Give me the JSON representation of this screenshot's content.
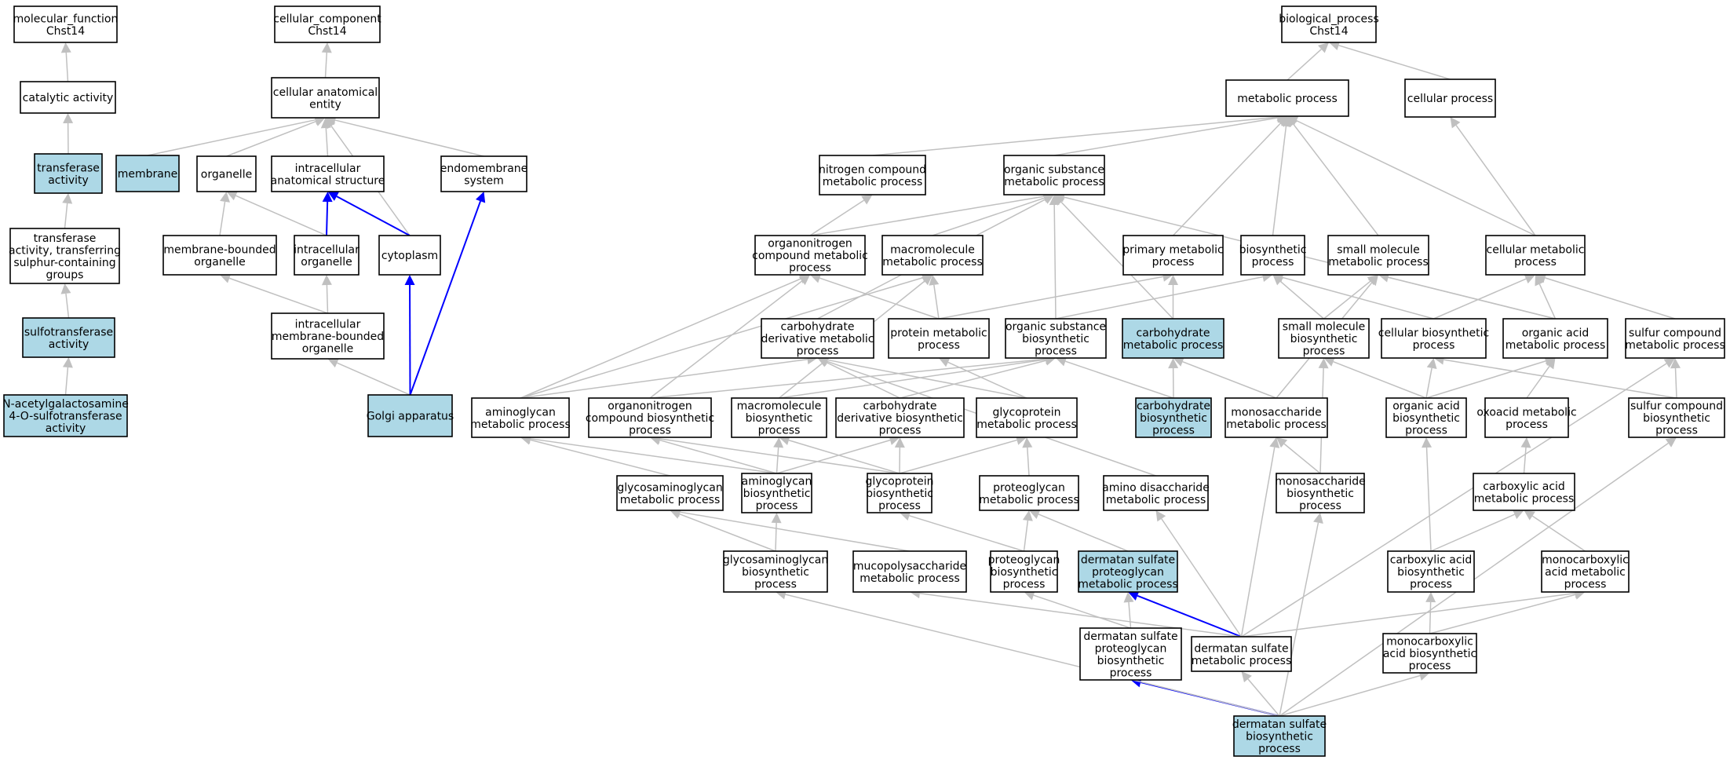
{
  "colors": {
    "highlight": "#add8e6",
    "edge": "#c0c0c0",
    "path_edge": "#0000ff",
    "border": "#000000"
  },
  "nodes": [
    {
      "id": "mf",
      "lines": [
        "molecular_function",
        "Chst14"
      ]
    },
    {
      "id": "cat",
      "lines": [
        "catalytic activity"
      ]
    },
    {
      "id": "transf",
      "lines": [
        "transferase",
        "activity"
      ],
      "hl": true
    },
    {
      "id": "transf_s",
      "lines": [
        "transferase",
        "activity, transferring",
        "sulphur-containing",
        "groups"
      ]
    },
    {
      "id": "sulfo",
      "lines": [
        "sulfotransferase",
        "activity"
      ],
      "hl": true
    },
    {
      "id": "nacetyl",
      "lines": [
        "N-acetylgalactosamine",
        "4-O-sulfotransferase",
        "activity"
      ],
      "hl": true
    },
    {
      "id": "cc",
      "lines": [
        "cellular_component",
        "Chst14"
      ]
    },
    {
      "id": "cae",
      "lines": [
        "cellular anatomical",
        "entity"
      ]
    },
    {
      "id": "membrane",
      "lines": [
        "membrane"
      ],
      "hl": true
    },
    {
      "id": "organelle",
      "lines": [
        "organelle"
      ]
    },
    {
      "id": "ias",
      "lines": [
        "intracellular",
        "anatomical structure"
      ]
    },
    {
      "id": "endo",
      "lines": [
        "endomembrane",
        "system"
      ]
    },
    {
      "id": "mbo",
      "lines": [
        "membrane-bounded",
        "organelle"
      ]
    },
    {
      "id": "io",
      "lines": [
        "intracellular",
        "organelle"
      ]
    },
    {
      "id": "cyto",
      "lines": [
        "cytoplasm"
      ]
    },
    {
      "id": "imbo",
      "lines": [
        "intracellular",
        "membrane-bounded",
        "organelle"
      ]
    },
    {
      "id": "golgi",
      "lines": [
        "Golgi apparatus"
      ],
      "hl": true
    },
    {
      "id": "bp",
      "lines": [
        "biological_process",
        "Chst14"
      ]
    },
    {
      "id": "mp",
      "lines": [
        "metabolic process"
      ]
    },
    {
      "id": "cp",
      "lines": [
        "cellular process"
      ]
    },
    {
      "id": "ncmp",
      "lines": [
        "nitrogen compound",
        "metabolic process"
      ]
    },
    {
      "id": "osmp",
      "lines": [
        "organic substance",
        "metabolic process"
      ]
    },
    {
      "id": "oncmp",
      "lines": [
        "organonitrogen",
        "compound metabolic",
        "process"
      ]
    },
    {
      "id": "macmp",
      "lines": [
        "macromolecule",
        "metabolic process"
      ]
    },
    {
      "id": "pmp",
      "lines": [
        "primary metabolic",
        "process"
      ]
    },
    {
      "id": "bio",
      "lines": [
        "biosynthetic",
        "process"
      ]
    },
    {
      "id": "smmp",
      "lines": [
        "small molecule",
        "metabolic process"
      ]
    },
    {
      "id": "cellmp",
      "lines": [
        "cellular metabolic",
        "process"
      ]
    },
    {
      "id": "cdmp",
      "lines": [
        "carbohydrate",
        "derivative metabolic",
        "process"
      ]
    },
    {
      "id": "protmp",
      "lines": [
        "protein metabolic",
        "process"
      ]
    },
    {
      "id": "osbp",
      "lines": [
        "organic substance",
        "biosynthetic",
        "process"
      ]
    },
    {
      "id": "carbmp",
      "lines": [
        "carbohydrate",
        "metabolic process"
      ],
      "hl": true
    },
    {
      "id": "smbp",
      "lines": [
        "small molecule",
        "biosynthetic",
        "process"
      ]
    },
    {
      "id": "cbp",
      "lines": [
        "cellular biosynthetic",
        "process"
      ]
    },
    {
      "id": "oamp",
      "lines": [
        "organic acid",
        "metabolic process"
      ]
    },
    {
      "id": "scmp",
      "lines": [
        "sulfur compound",
        "metabolic process"
      ]
    },
    {
      "id": "amgmp",
      "lines": [
        "aminoglycan",
        "metabolic process"
      ]
    },
    {
      "id": "oncbp",
      "lines": [
        "organonitrogen",
        "compound biosynthetic",
        "process"
      ]
    },
    {
      "id": "macbp",
      "lines": [
        "macromolecule",
        "biosynthetic",
        "process"
      ]
    },
    {
      "id": "cdbp",
      "lines": [
        "carbohydrate",
        "derivative biosynthetic",
        "process"
      ]
    },
    {
      "id": "gpmp",
      "lines": [
        "glycoprotein",
        "metabolic process"
      ]
    },
    {
      "id": "carbbp",
      "lines": [
        "carbohydrate",
        "biosynthetic",
        "process"
      ],
      "hl": true
    },
    {
      "id": "msmp",
      "lines": [
        "monosaccharide",
        "metabolic process"
      ]
    },
    {
      "id": "oabp",
      "lines": [
        "organic acid",
        "biosynthetic",
        "process"
      ]
    },
    {
      "id": "oxmp",
      "lines": [
        "oxoacid metabolic",
        "process"
      ]
    },
    {
      "id": "scbp",
      "lines": [
        "sulfur compound",
        "biosynthetic",
        "process"
      ]
    },
    {
      "id": "gagmp",
      "lines": [
        "glycosaminoglycan",
        "metabolic process"
      ]
    },
    {
      "id": "amgbp",
      "lines": [
        "aminoglycan",
        "biosynthetic",
        "process"
      ]
    },
    {
      "id": "gpbp",
      "lines": [
        "glycoprotein",
        "biosynthetic",
        "process"
      ]
    },
    {
      "id": "pgmp",
      "lines": [
        "proteoglycan",
        "metabolic process"
      ]
    },
    {
      "id": "adsmp",
      "lines": [
        "amino disaccharide",
        "metabolic process"
      ]
    },
    {
      "id": "msbp",
      "lines": [
        "monosaccharide",
        "biosynthetic",
        "process"
      ]
    },
    {
      "id": "camp",
      "lines": [
        "carboxylic acid",
        "metabolic process"
      ]
    },
    {
      "id": "gagbp",
      "lines": [
        "glycosaminoglycan",
        "biosynthetic",
        "process"
      ]
    },
    {
      "id": "mpsmp",
      "lines": [
        "mucopolysaccharide",
        "metabolic process"
      ]
    },
    {
      "id": "pgbp",
      "lines": [
        "proteoglycan",
        "biosynthetic",
        "process"
      ]
    },
    {
      "id": "dspgmp",
      "lines": [
        "dermatan sulfate",
        "proteoglycan",
        "metabolic process"
      ],
      "hl": true
    },
    {
      "id": "cabp",
      "lines": [
        "carboxylic acid",
        "biosynthetic",
        "process"
      ]
    },
    {
      "id": "mcamp",
      "lines": [
        "monocarboxylic",
        "acid metabolic",
        "process"
      ]
    },
    {
      "id": "dspgbp",
      "lines": [
        "dermatan sulfate",
        "proteoglycan",
        "biosynthetic",
        "process"
      ]
    },
    {
      "id": "dsmp",
      "lines": [
        "dermatan sulfate",
        "metabolic process"
      ]
    },
    {
      "id": "mcabp",
      "lines": [
        "monocarboxylic",
        "acid biosynthetic",
        "process"
      ]
    },
    {
      "id": "dsbp",
      "lines": [
        "dermatan sulfate",
        "biosynthetic",
        "process"
      ],
      "hl": true
    }
  ],
  "edges": [
    [
      "cat",
      "mf"
    ],
    [
      "transf",
      "cat"
    ],
    [
      "transf_s",
      "transf"
    ],
    [
      "sulfo",
      "transf_s"
    ],
    [
      "nacetyl",
      "sulfo"
    ],
    [
      "cae",
      "cc"
    ],
    [
      "membrane",
      "cae"
    ],
    [
      "organelle",
      "cae"
    ],
    [
      "ias",
      "cae"
    ],
    [
      "endo",
      "cae"
    ],
    [
      "cyto",
      "cae"
    ],
    [
      "mbo",
      "organelle"
    ],
    [
      "io",
      "organelle"
    ],
    [
      "io",
      "ias",
      1
    ],
    [
      "cyto",
      "ias",
      1
    ],
    [
      "imbo",
      "mbo"
    ],
    [
      "imbo",
      "io"
    ],
    [
      "golgi",
      "imbo"
    ],
    [
      "golgi",
      "cyto",
      1
    ],
    [
      "golgi",
      "endo",
      1
    ],
    [
      "mp",
      "bp"
    ],
    [
      "cp",
      "bp"
    ],
    [
      "ncmp",
      "mp"
    ],
    [
      "osmp",
      "mp"
    ],
    [
      "pmp",
      "mp"
    ],
    [
      "bio",
      "mp"
    ],
    [
      "smmp",
      "mp"
    ],
    [
      "cellmp",
      "mp"
    ],
    [
      "cellmp",
      "cp"
    ],
    [
      "oncmp",
      "ncmp"
    ],
    [
      "oncmp",
      "osmp"
    ],
    [
      "macmp",
      "osmp"
    ],
    [
      "cdmp",
      "osmp"
    ],
    [
      "osbp",
      "osmp"
    ],
    [
      "carbmp",
      "osmp"
    ],
    [
      "oamp",
      "osmp"
    ],
    [
      "protmp",
      "pmp"
    ],
    [
      "protmp",
      "oncmp"
    ],
    [
      "protmp",
      "macmp"
    ],
    [
      "osbp",
      "bio"
    ],
    [
      "smbp",
      "bio"
    ],
    [
      "cbp",
      "bio"
    ],
    [
      "smbp",
      "smmp"
    ],
    [
      "oamp",
      "smmp"
    ],
    [
      "msmp",
      "smmp"
    ],
    [
      "cbp",
      "cellmp"
    ],
    [
      "oamp",
      "cellmp"
    ],
    [
      "scmp",
      "cellmp"
    ],
    [
      "carbmp",
      "pmp"
    ],
    [
      "amgmp",
      "oncmp"
    ],
    [
      "amgmp",
      "macmp"
    ],
    [
      "amgmp",
      "cdmp"
    ],
    [
      "oncbp",
      "oncmp"
    ],
    [
      "oncbp",
      "osbp"
    ],
    [
      "macbp",
      "macmp"
    ],
    [
      "macbp",
      "osbp"
    ],
    [
      "cdbp",
      "cdmp"
    ],
    [
      "cdbp",
      "osbp"
    ],
    [
      "gpmp",
      "cdmp"
    ],
    [
      "gpmp",
      "protmp"
    ],
    [
      "carbbp",
      "carbmp"
    ],
    [
      "carbbp",
      "osbp"
    ],
    [
      "msmp",
      "carbmp"
    ],
    [
      "adsmp",
      "cdmp"
    ],
    [
      "oabp",
      "oamp"
    ],
    [
      "oabp",
      "smbp"
    ],
    [
      "oabp",
      "cbp"
    ],
    [
      "oxmp",
      "oamp"
    ],
    [
      "scbp",
      "scmp"
    ],
    [
      "scbp",
      "cbp"
    ],
    [
      "gagmp",
      "amgmp"
    ],
    [
      "amgbp",
      "amgmp"
    ],
    [
      "amgbp",
      "oncbp"
    ],
    [
      "amgbp",
      "macbp"
    ],
    [
      "amgbp",
      "cdbp"
    ],
    [
      "gpbp",
      "oncbp"
    ],
    [
      "gpbp",
      "macbp"
    ],
    [
      "gpbp",
      "cdbp"
    ],
    [
      "gpbp",
      "gpmp"
    ],
    [
      "pgmp",
      "gpmp"
    ],
    [
      "msbp",
      "msmp"
    ],
    [
      "msbp",
      "smbp"
    ],
    [
      "camp",
      "oxmp"
    ],
    [
      "gagbp",
      "gagmp"
    ],
    [
      "gagbp",
      "amgbp"
    ],
    [
      "mpsmp",
      "gagmp"
    ],
    [
      "pgbp",
      "pgmp"
    ],
    [
      "pgbp",
      "gpbp"
    ],
    [
      "dspgmp",
      "pgmp"
    ],
    [
      "cabp",
      "camp"
    ],
    [
      "cabp",
      "oabp"
    ],
    [
      "mcamp",
      "camp"
    ],
    [
      "dspgbp",
      "dspgmp"
    ],
    [
      "dspgbp",
      "pgbp"
    ],
    [
      "dsmp",
      "dspgmp",
      1
    ],
    [
      "dsmp",
      "mpsmp"
    ],
    [
      "dsmp",
      "adsmp"
    ],
    [
      "dsmp",
      "msmp"
    ],
    [
      "dsmp",
      "mcamp"
    ],
    [
      "dsmp",
      "scmp"
    ],
    [
      "mcabp",
      "mcamp"
    ],
    [
      "mcabp",
      "cabp"
    ],
    [
      "dsbp",
      "dspgbp",
      1
    ],
    [
      "dsbp",
      "dsmp"
    ],
    [
      "dsbp",
      "msbp"
    ],
    [
      "dsbp",
      "mcabp"
    ],
    [
      "dsbp",
      "scbp"
    ],
    [
      "dsbp",
      "gagbp"
    ]
  ]
}
